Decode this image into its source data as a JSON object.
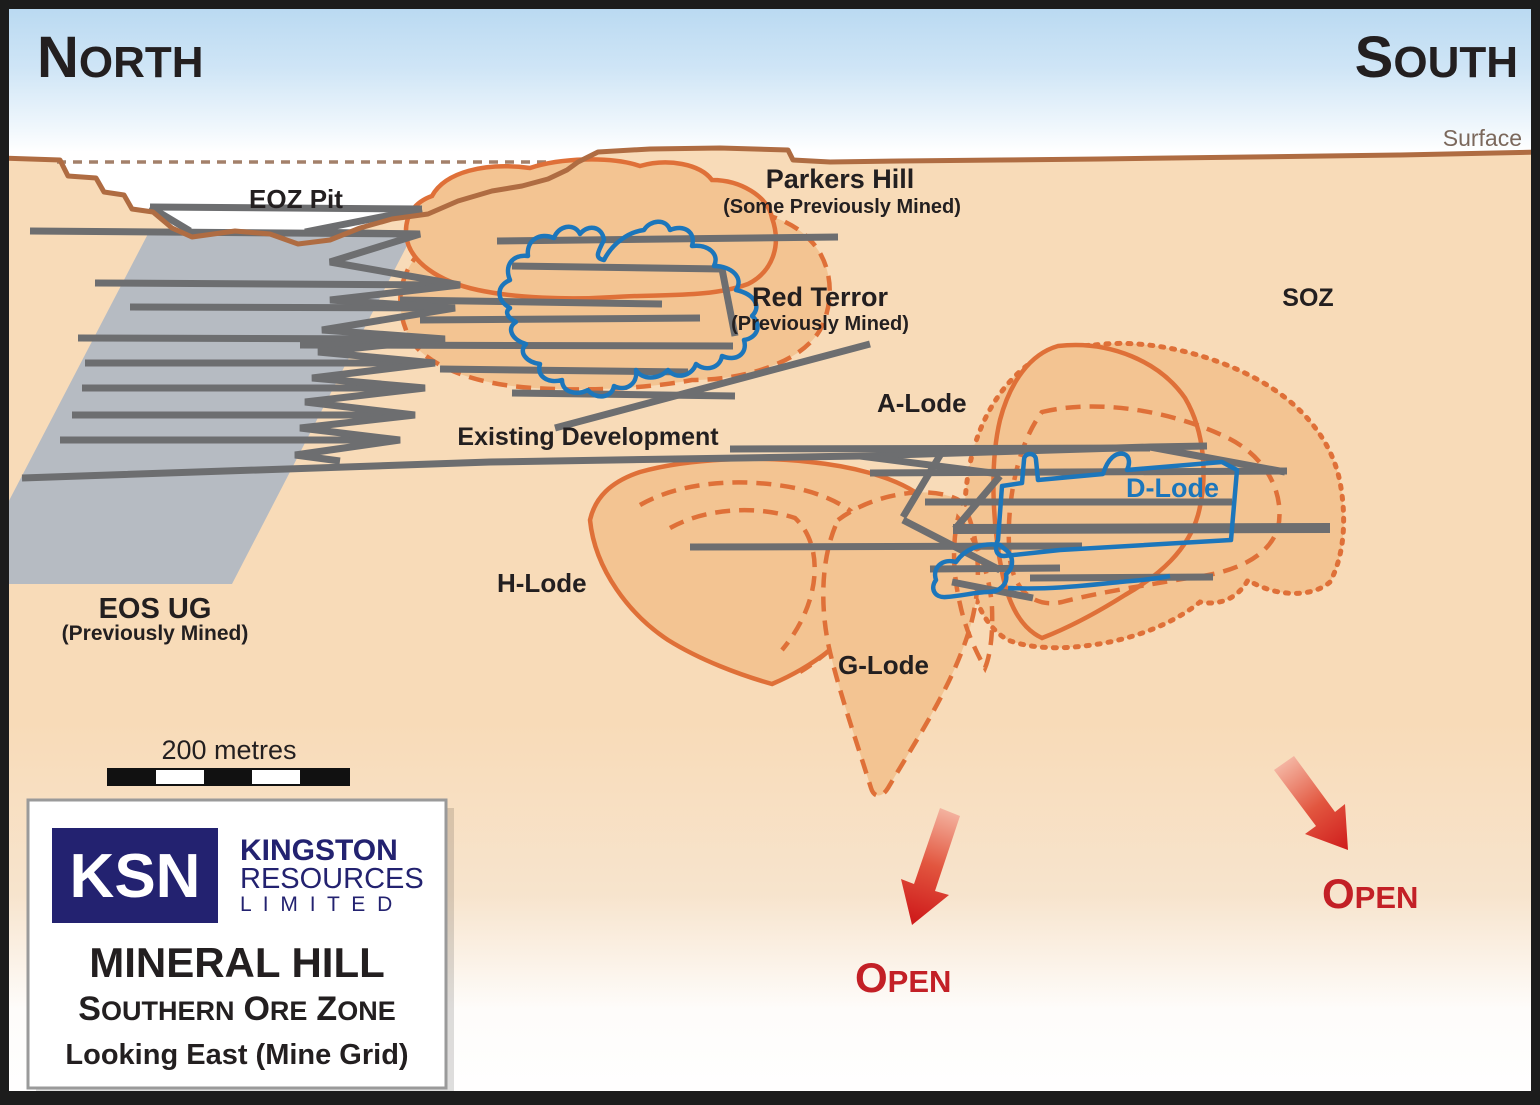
{
  "compass": {
    "north_initial": "N",
    "north_rest": "ORTH",
    "south_initial": "S",
    "south_rest": "OUTH"
  },
  "surface_label": "Surface",
  "pit": {
    "label": "EOZ Pit"
  },
  "zones": {
    "parkers_hill": {
      "name": "Parkers Hill",
      "note": "(Some Previously Mined)"
    },
    "red_terror": {
      "name": "Red Terror",
      "note": "(Previously Mined)"
    },
    "soz": {
      "name": "SOZ"
    },
    "a_lode": {
      "name": "A-Lode"
    },
    "d_lode": {
      "name": "D-Lode"
    },
    "h_lode": {
      "name": "H-Lode"
    },
    "g_lode": {
      "name": "G-Lode"
    },
    "eos_ug": {
      "name": "EOS UG",
      "note": "(Previously Mined)"
    },
    "existing_development": {
      "name": "Existing Development"
    }
  },
  "open_markers": {
    "left_initial": "O",
    "left_rest": "PEN",
    "right_initial": "O",
    "right_rest": "PEN"
  },
  "scale_bar": {
    "label": "200 metres"
  },
  "legend": {
    "logo_acronym": "KSN",
    "company_name_line1": "KINGSTON",
    "company_name_line2": "RESOURCES",
    "company_name_line3": "L I M I T E D",
    "project_title": "MINERAL HILL",
    "zone_title_parts": {
      "z1": "S",
      "z2": "OUTHERN",
      "z3": "O",
      "z4": "RE",
      "z5": "Z",
      "z6": "ONE"
    },
    "view_note": "Looking East (Mine Grid)"
  },
  "colors": {
    "sky_top": "#b7d8f1",
    "ground": "#f8dbb8",
    "lode_fill": "#f3c492",
    "lode_outline": "#df7038",
    "surface_line": "#af6c42",
    "mined_region_gray": "#b6bbc2",
    "development_gray": "#6d6e70",
    "previously_mined_blue": "#1c76bb",
    "open_red": "#c32026",
    "logo_navy": "#232270",
    "text_dark": "#231f20"
  }
}
